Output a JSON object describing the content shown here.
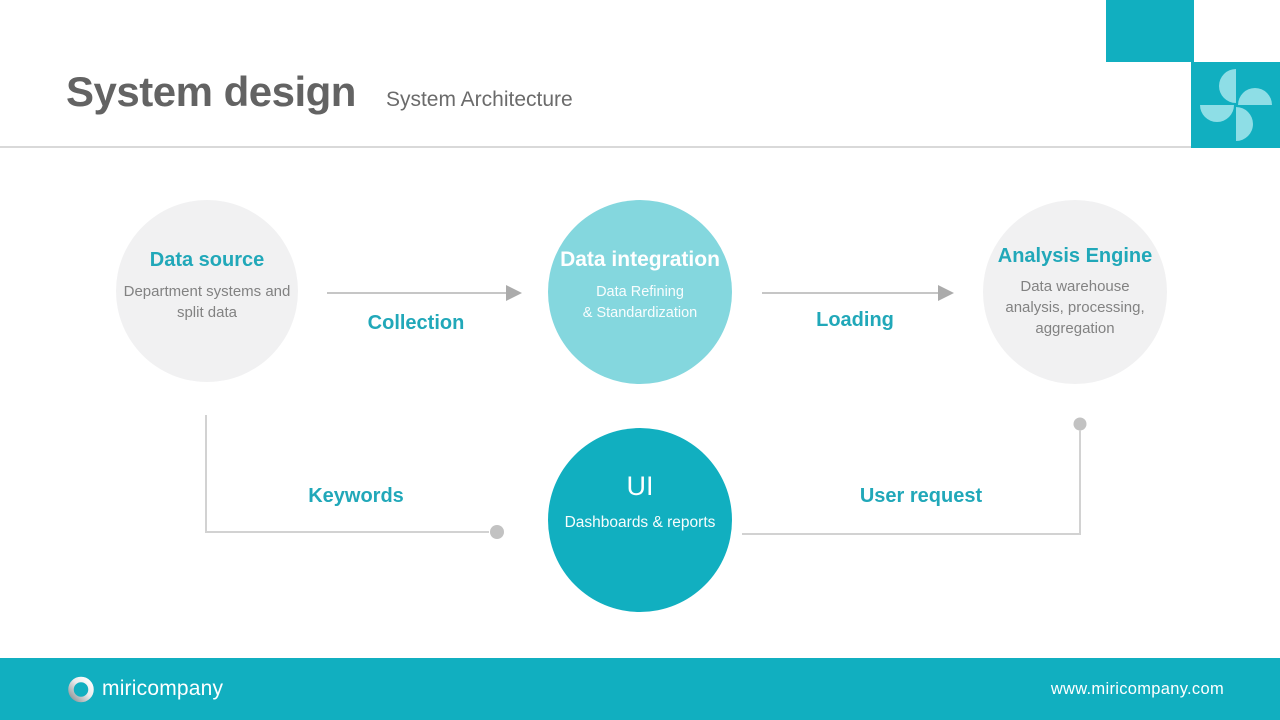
{
  "header": {
    "title": "System design",
    "subtitle": "System Architecture"
  },
  "diagram": {
    "nodes": [
      {
        "id": "data-source",
        "title": "Data source",
        "description": "Department systems and\nsplit data"
      },
      {
        "id": "data-integration",
        "title": "Data integration",
        "description": "Data Refining\n& Standardization"
      },
      {
        "id": "analysis-engine",
        "title": "Analysis Engine",
        "description": "Data warehouse\nanalysis, processing,\naggregation"
      },
      {
        "id": "ui",
        "title": "UI",
        "description": "Dashboards & reports"
      }
    ],
    "flows": [
      {
        "id": "collection",
        "label": "Collection",
        "from": "data-source",
        "to": "data-integration"
      },
      {
        "id": "loading",
        "label": "Loading",
        "from": "data-integration",
        "to": "analysis-engine"
      },
      {
        "id": "keywords",
        "label": "Keywords",
        "from": "data-source",
        "to": "ui"
      },
      {
        "id": "user-request",
        "label": "User request",
        "from": "ui",
        "to": "analysis-engine"
      }
    ]
  },
  "footer": {
    "company": "miricompany",
    "website": "www.miricompany.com"
  },
  "icons": {
    "top_right": "pinwheel-icon",
    "footer": "ring-logo-icon"
  },
  "colors": {
    "teal": "#11afc0",
    "light_teal": "#84d7de",
    "petal": "#8edee6",
    "accent_text": "#21a8b9",
    "gray_circle": "#f1f1f2",
    "title_gray": "#636363",
    "subtitle_gray": "#6b6b6b",
    "body_gray": "#828282",
    "line_gray": "#c6c6c6",
    "dot_gray": "#c2c2c2",
    "arrowhead_gray": "#ababab",
    "divider": "#d9d9d9"
  }
}
